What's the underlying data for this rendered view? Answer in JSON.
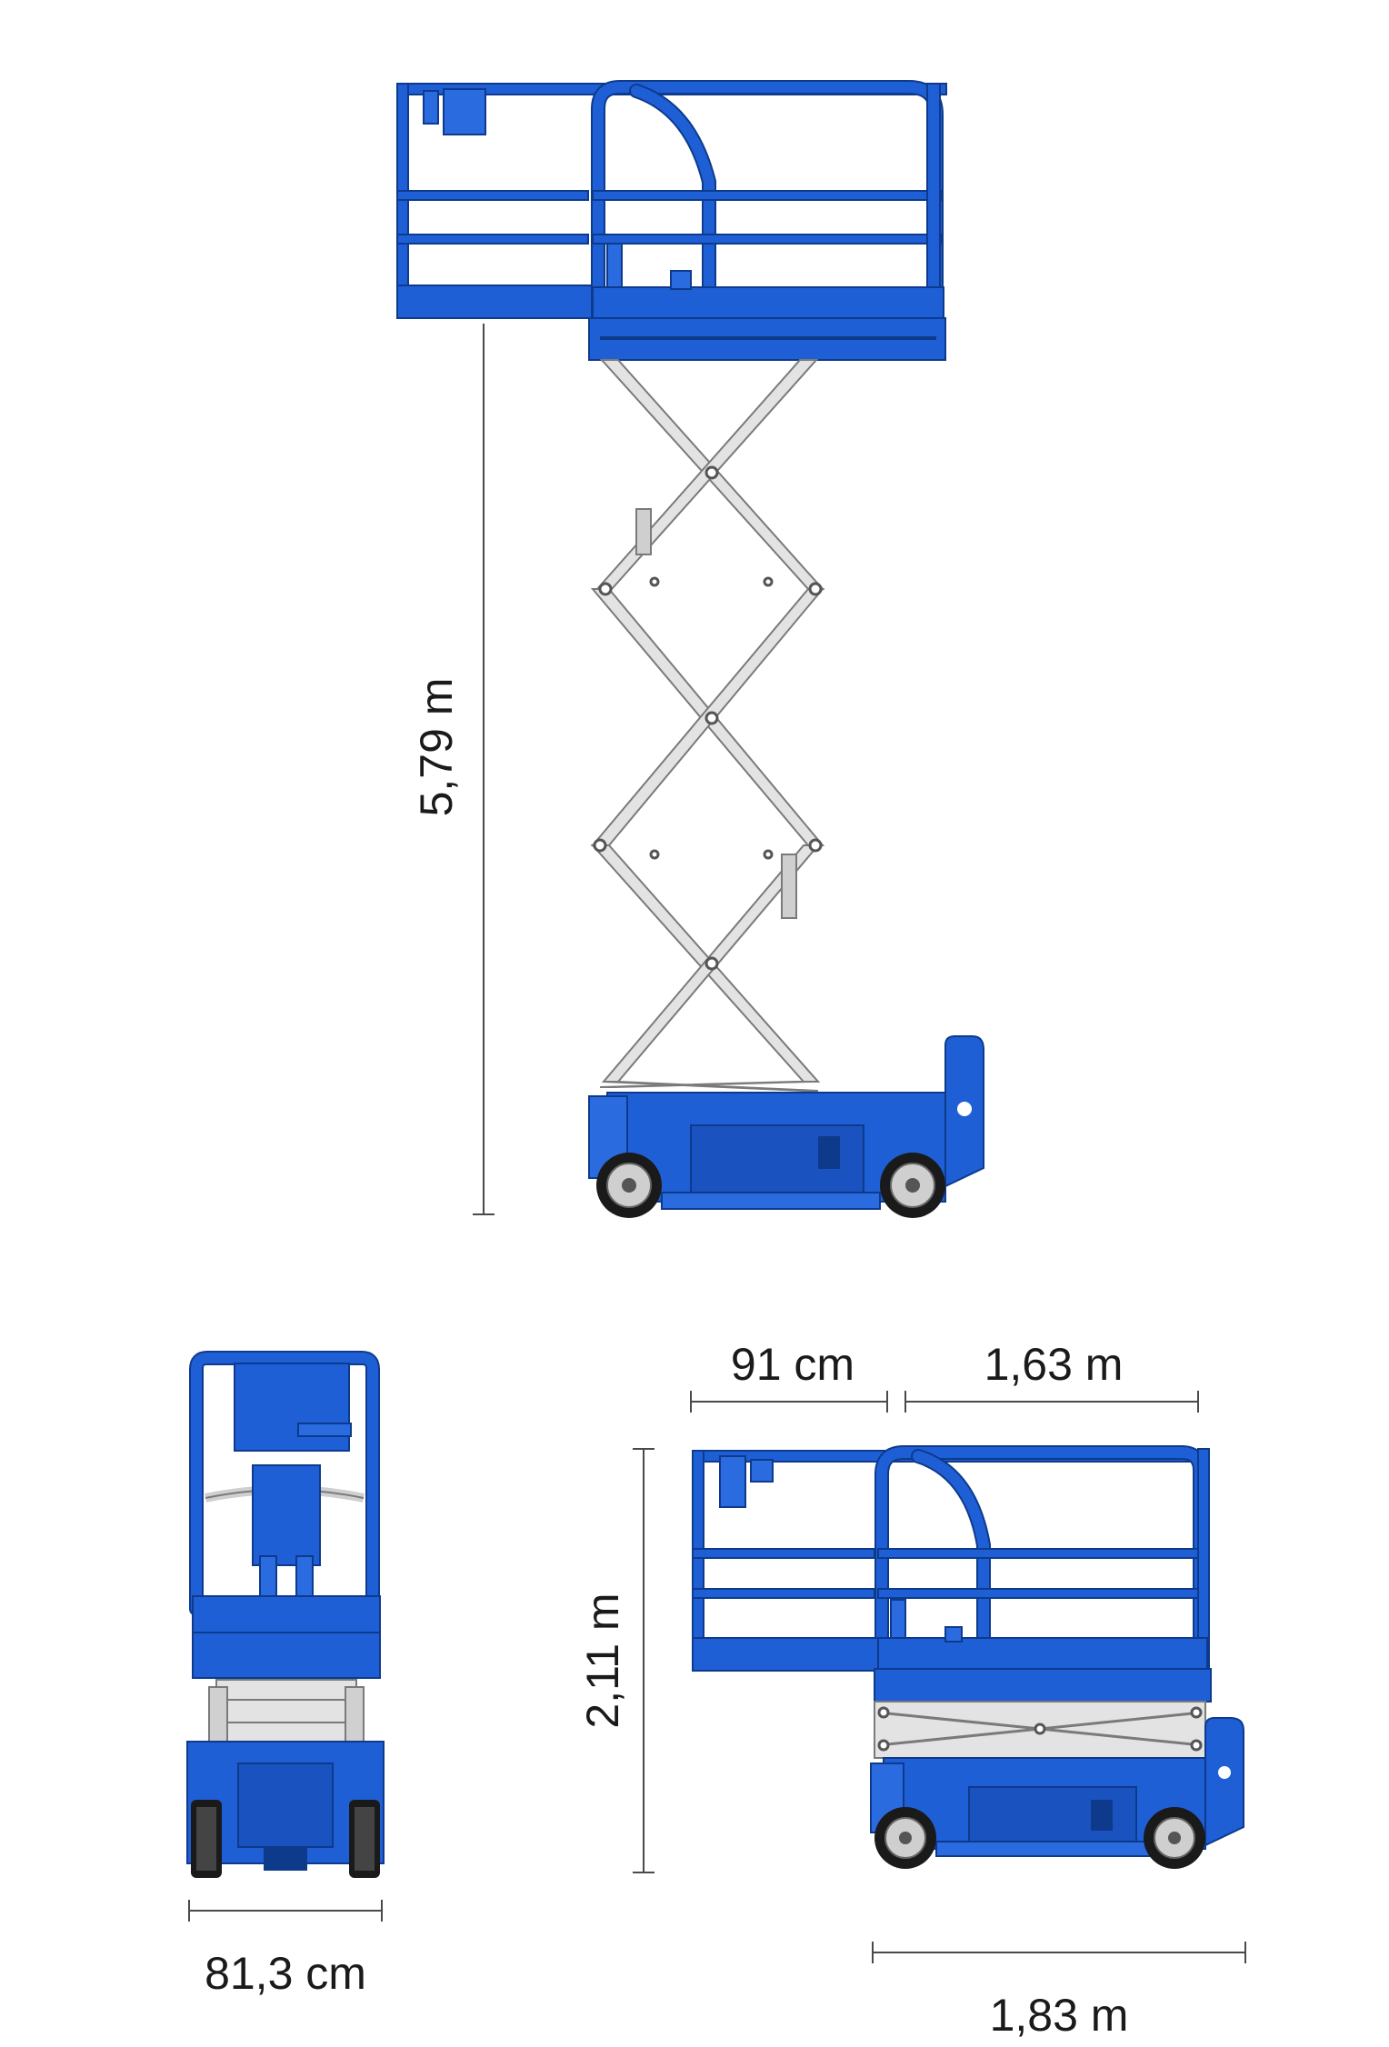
{
  "views": {
    "side_elevated": {
      "height_label": "5,79 m"
    },
    "front": {
      "width_label": "81,3 cm"
    },
    "side_stowed": {
      "extension_label": "91 cm",
      "platform_length_label": "1,63 m",
      "height_label": "2,11 m",
      "overall_length_label": "1,83 m"
    }
  },
  "colors": {
    "machine_blue": "#1f5fd6",
    "outline_dark_blue": "#0e3a8c",
    "scissor_arms": "#e3e3e3",
    "dimension_line": "#4a4a4a"
  }
}
